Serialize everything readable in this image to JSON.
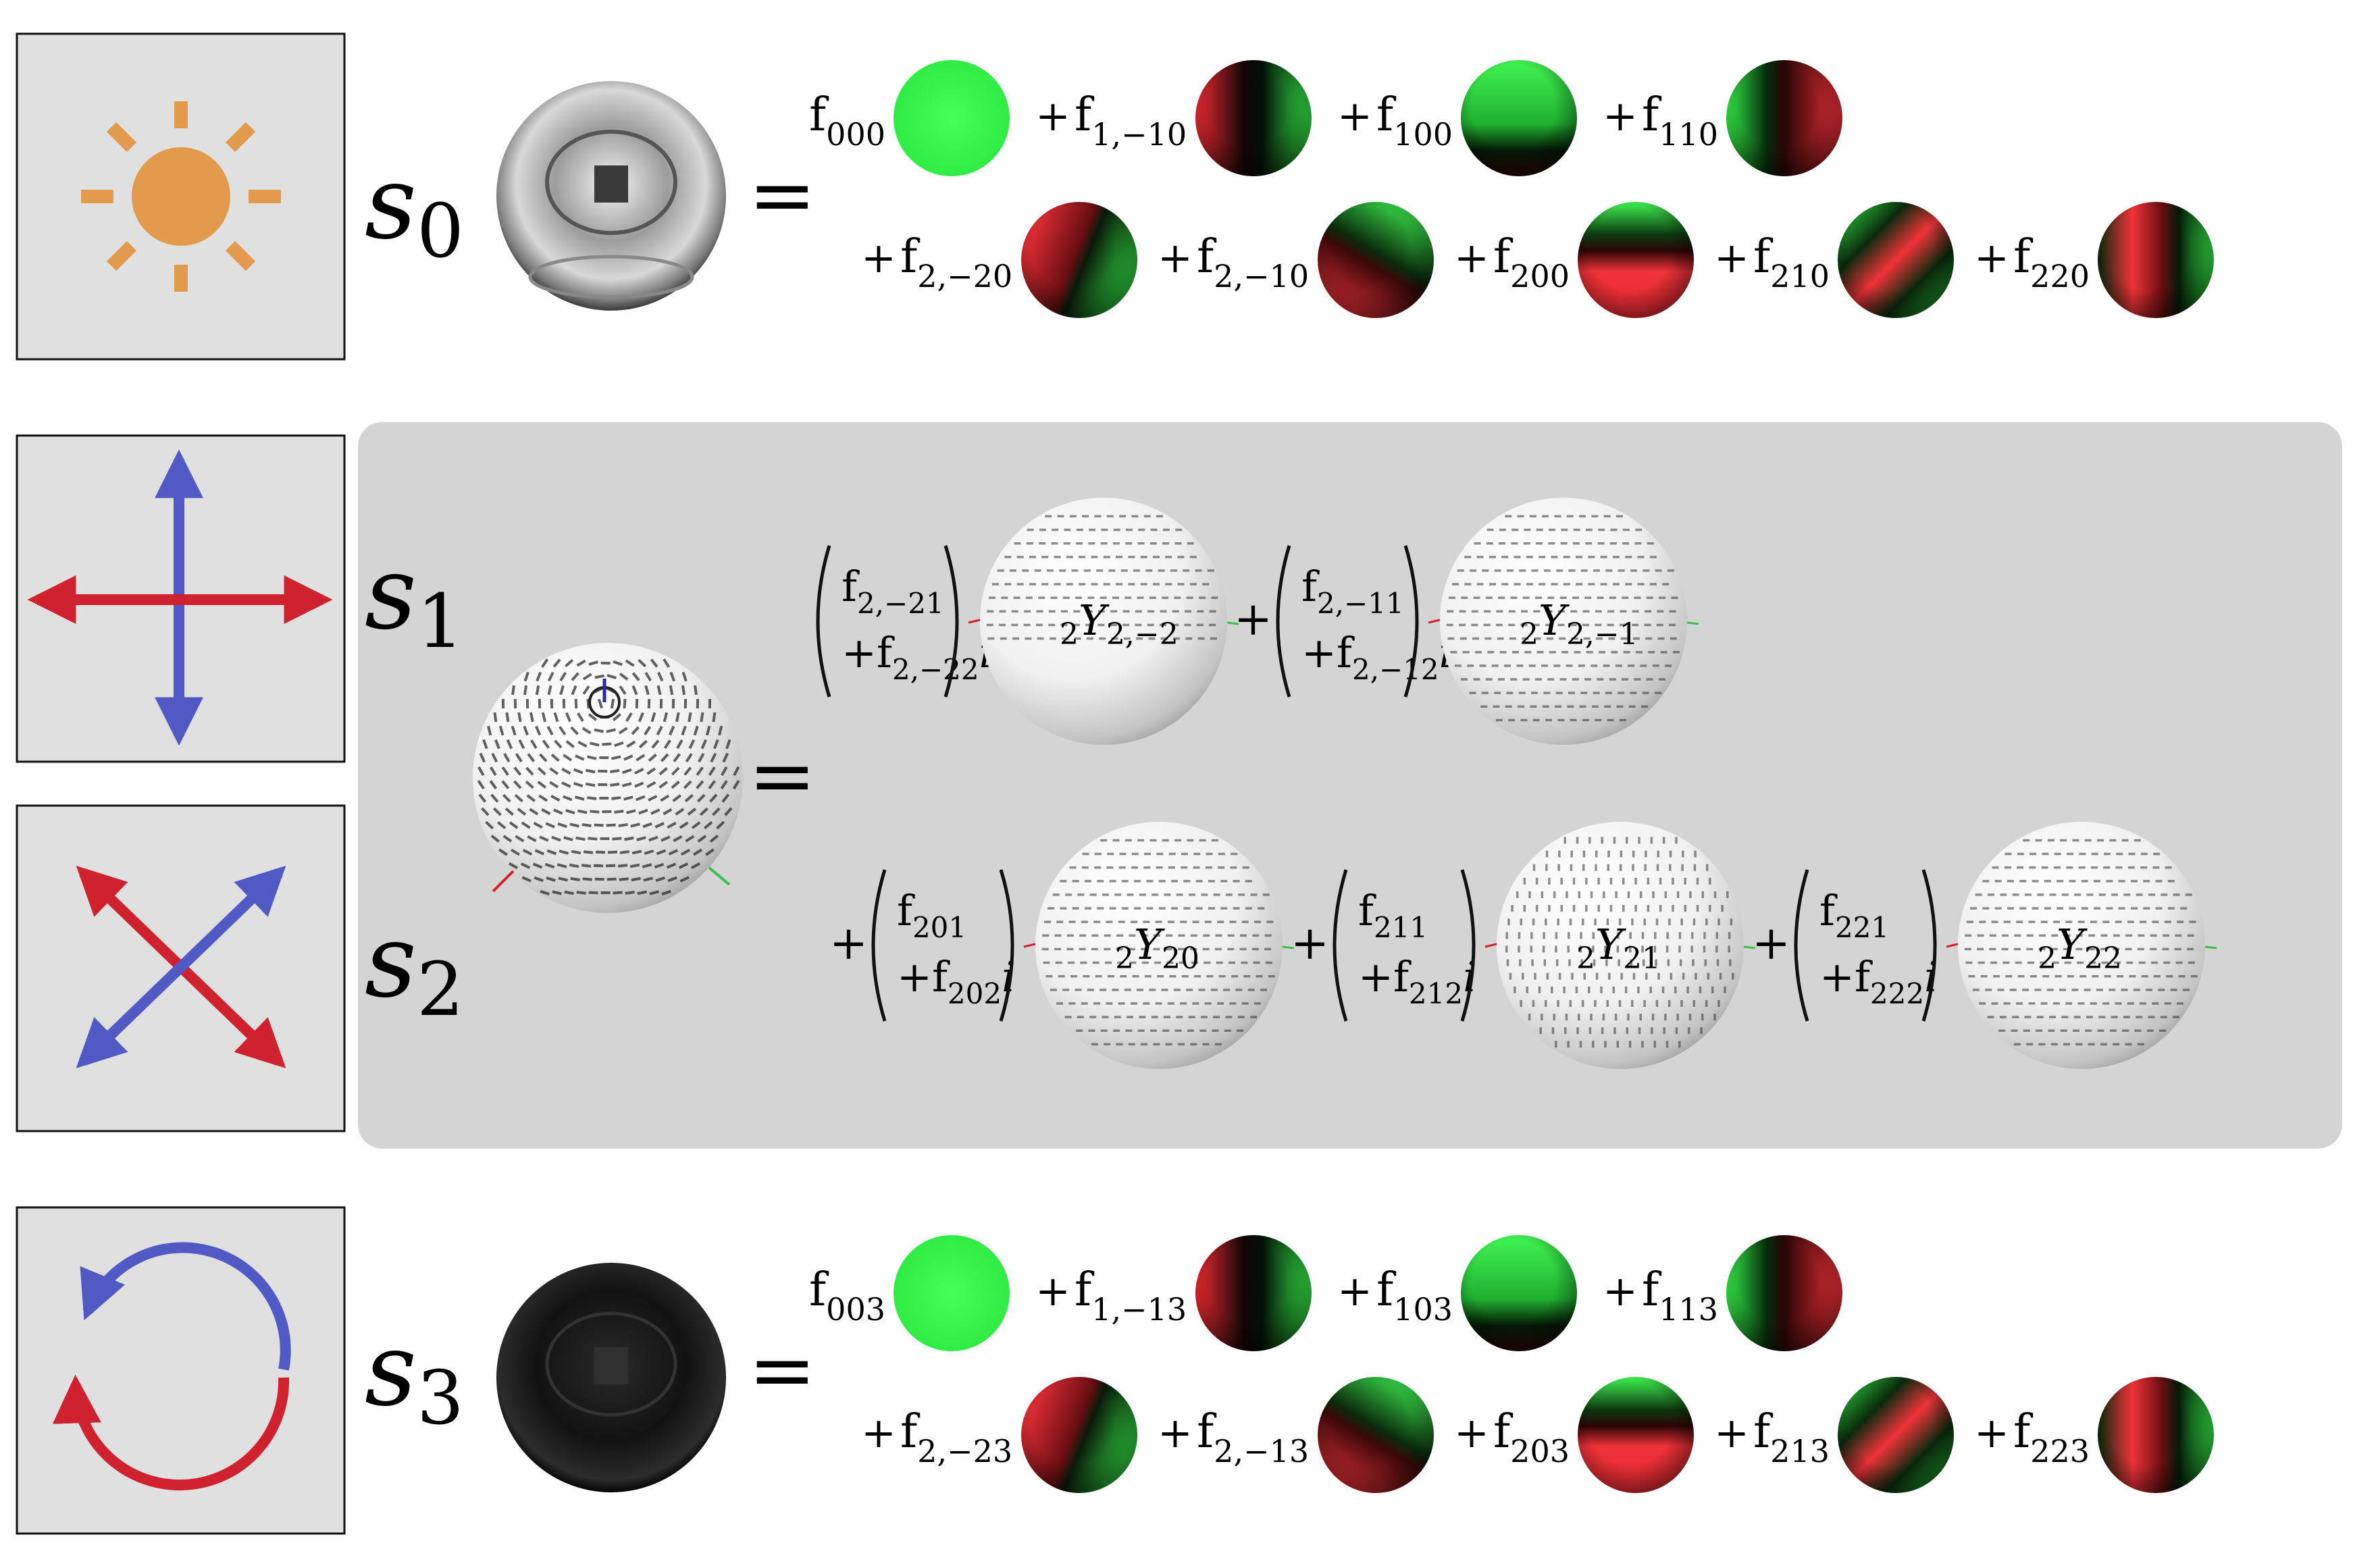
{
  "colors": {
    "icon_box_fill": "#e0e0e0",
    "icon_box_stroke": "#111111",
    "panel_fill": "#d4d4d4",
    "sun": "#e29a4c",
    "red_arrow": "#d0212f",
    "blue_arrow": "#5159c4",
    "sh_green": "#38f04a",
    "sh_red": "#f0333a"
  },
  "icons": {
    "s0": "sun-icon",
    "s1": "cross-arrows-icon",
    "s2": "diagonal-cross-arrows-icon",
    "s3": "circular-arrows-icon"
  },
  "rows": {
    "s0": {
      "symbol": "s",
      "subscript": "0",
      "equals": "=",
      "terms_line1": [
        {
          "plus": "",
          "f": "f",
          "sub": "000",
          "ball": "solid"
        },
        {
          "plus": "+",
          "f": "f",
          "sub": "1,−10",
          "ball": "red-left"
        },
        {
          "plus": "+",
          "f": "f",
          "sub": "100",
          "ball": "green-top"
        },
        {
          "plus": "+",
          "f": "f",
          "sub": "110",
          "ball": "green-left"
        }
      ],
      "terms_line2": [
        {
          "plus": "+",
          "f": "f",
          "sub": "2,−20",
          "ball": "red-left-green-right"
        },
        {
          "plus": "+",
          "f": "f",
          "sub": "2,−10",
          "ball": "red-bottom-green-top"
        },
        {
          "plus": "+",
          "f": "f",
          "sub": "200",
          "ball": "green-cap-red-body"
        },
        {
          "plus": "+",
          "f": "f",
          "sub": "210",
          "ball": "green-edges-red-center"
        },
        {
          "plus": "+",
          "f": "f",
          "sub": "220",
          "ball": "red-side"
        }
      ]
    },
    "s12": {
      "symbol1": "s",
      "subscript1": "1",
      "symbol2": "s",
      "subscript2": "2",
      "equals": "=",
      "terms_line1": [
        {
          "plus": "",
          "f_real": "f",
          "sub_real": "2,−21",
          "f_imag": "+f",
          "sub_imag": "2,−22",
          "i": "i",
          "y_pre": "2",
          "y": "Y",
          "y_sub": "2,−2"
        },
        {
          "plus": "+",
          "f_real": "f",
          "sub_real": "2,−11",
          "f_imag": "+f",
          "sub_imag": "2,−12",
          "i": "i",
          "y_pre": "2",
          "y": "Y",
          "y_sub": "2,−1"
        }
      ],
      "terms_line2": [
        {
          "plus": "+",
          "f_real": "f",
          "sub_real": "201",
          "f_imag": "+f",
          "sub_imag": "202",
          "i": "i",
          "y_pre": "2",
          "y": "Y",
          "y_sub": "20"
        },
        {
          "plus": "+",
          "f_real": "f",
          "sub_real": "211",
          "f_imag": "+f",
          "sub_imag": "212",
          "i": "i",
          "y_pre": "2",
          "y": "Y",
          "y_sub": "21"
        },
        {
          "plus": "+",
          "f_real": "f",
          "sub_real": "221",
          "f_imag": "+f",
          "sub_imag": "222",
          "i": "i",
          "y_pre": "2",
          "y": "Y",
          "y_sub": "22"
        }
      ]
    },
    "s3": {
      "symbol": "s",
      "subscript": "3",
      "equals": "=",
      "terms_line1": [
        {
          "plus": "",
          "f": "f",
          "sub": "003",
          "ball": "solid"
        },
        {
          "plus": "+",
          "f": "f",
          "sub": "1,−13",
          "ball": "red-left"
        },
        {
          "plus": "+",
          "f": "f",
          "sub": "103",
          "ball": "green-top"
        },
        {
          "plus": "+",
          "f": "f",
          "sub": "113",
          "ball": "green-left"
        }
      ],
      "terms_line2": [
        {
          "plus": "+",
          "f": "f",
          "sub": "2,−23",
          "ball": "red-left-green-right"
        },
        {
          "plus": "+",
          "f": "f",
          "sub": "2,−13",
          "ball": "red-bottom-green-top"
        },
        {
          "plus": "+",
          "f": "f",
          "sub": "203",
          "ball": "green-cap-red-body"
        },
        {
          "plus": "+",
          "f": "f",
          "sub": "213",
          "ball": "green-edges-red-center"
        },
        {
          "plus": "+",
          "f": "f",
          "sub": "223",
          "ball": "red-side"
        }
      ]
    }
  }
}
